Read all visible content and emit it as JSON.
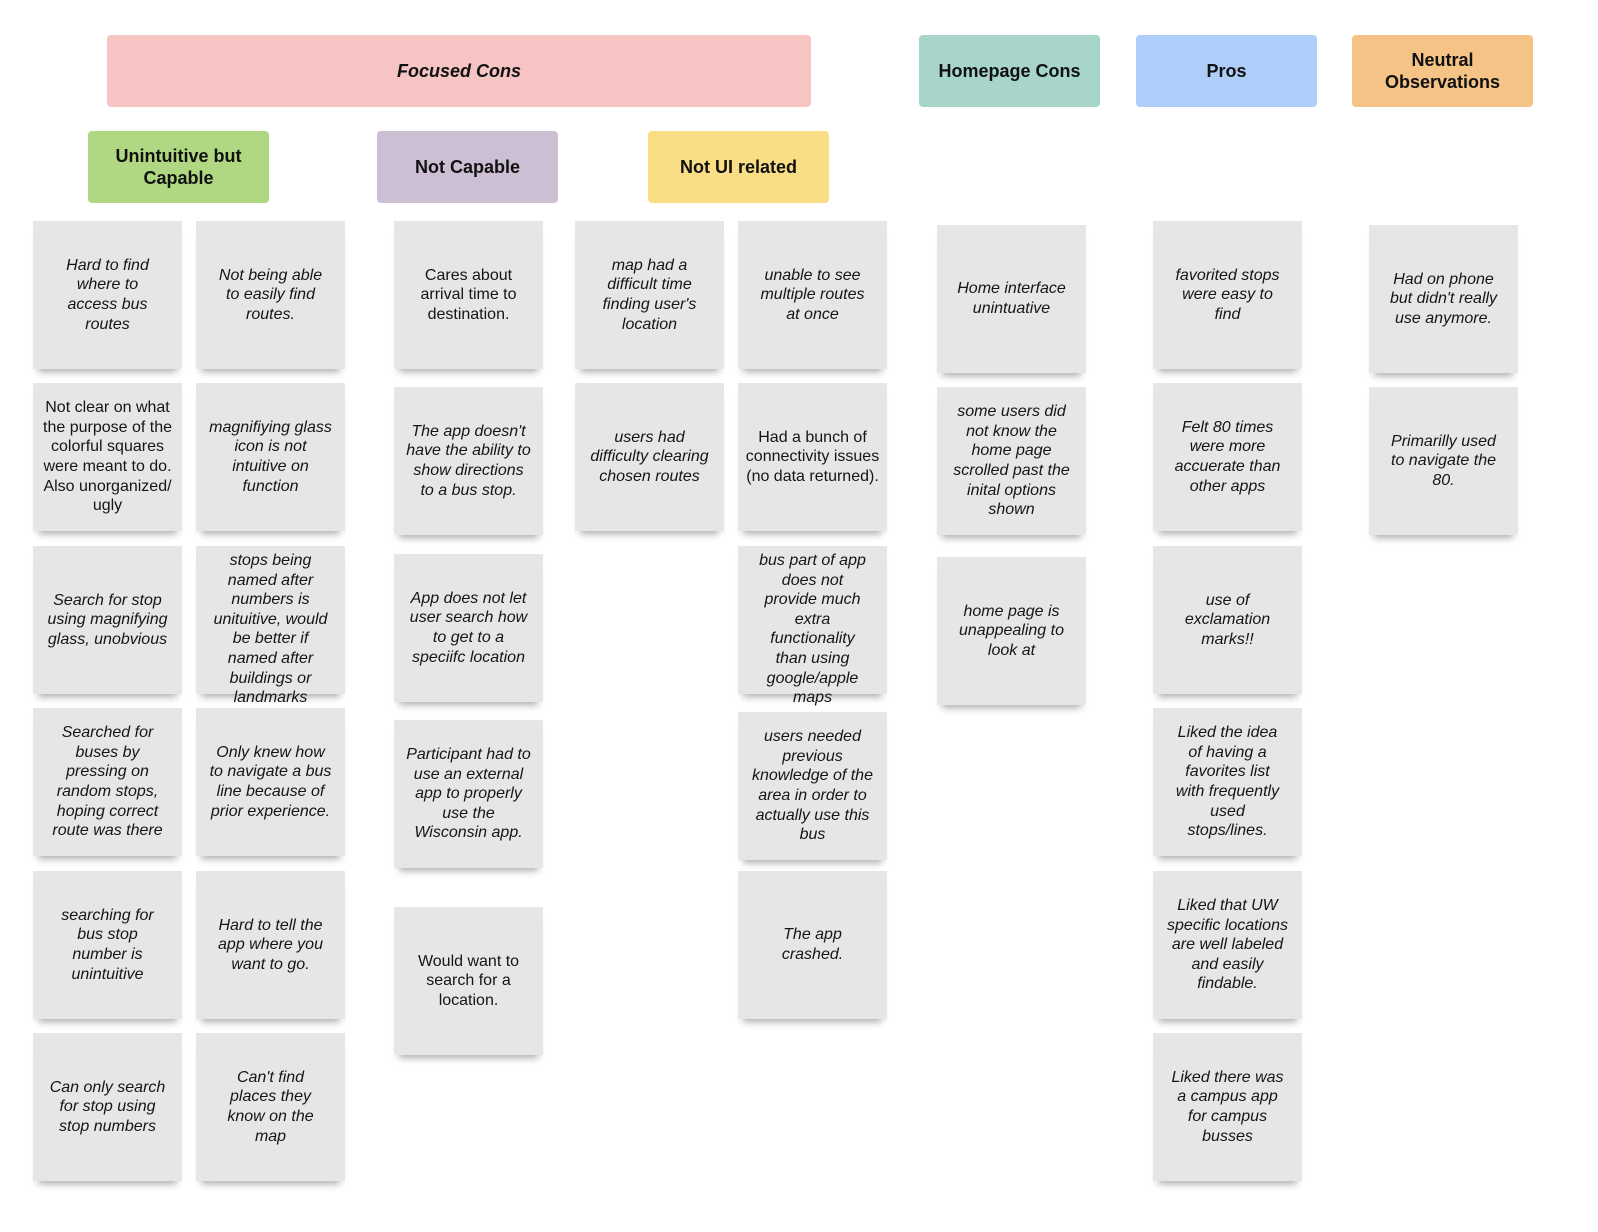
{
  "colors": {
    "focused_cons": "#f5c4c3",
    "homepage_cons": "#a7d5ca",
    "pros": "#aecdf9",
    "neutral": "#f5c385",
    "unintuitive": "#b0d882",
    "not_capable": "#cdbfd3",
    "not_ui": "#f9de85",
    "sticky": "#e6e6e6"
  },
  "headers": {
    "focused_cons": "Focused Cons",
    "homepage_cons": "Homepage Cons",
    "pros": "Pros",
    "neutral": "Neutral Observations"
  },
  "subheaders": {
    "unintuitive": "Unintuitive but Capable",
    "not_capable": "Not Capable",
    "not_ui": "Not UI related"
  },
  "notes": {
    "unintuitive_a": [
      "Hard to find where to access bus routes",
      "Not clear on what the purpose of the colorful squares were meant to do. Also unorganized/ ugly",
      "Search for stop using magnifying glass, unobvious",
      "Searched for buses by pressing on random stops, hoping correct route was there",
      "searching for bus stop number is unintuitive",
      "Can only search for stop using stop numbers"
    ],
    "unintuitive_b": [
      "Not being able to easily find routes.",
      "magnifiying glass icon is not intuitive on function",
      "stops being named after numbers is unituitive, would be better if named after buildings or landmarks",
      "Only knew how to navigate a bus line because of prior experience.",
      "Hard to tell the app where you want to go.",
      "Can't find places they know on the map"
    ],
    "not_capable": [
      "Cares about arrival time to destination.",
      "The app doesn't have the ability to show directions to a bus stop.",
      "App does not let user search how to get to a speciifc location",
      "Participant had to use an external app to properly use the Wisconsin app.",
      "Would want to search for a location."
    ],
    "not_ui_a": [
      "map had a difficult time finding user's location",
      "users had difficulty clearing chosen routes"
    ],
    "not_ui_b": [
      "unable to see multiple routes at once",
      "Had a bunch of connectivity issues (no data returned).",
      "bus part of app does not provide much extra functionality than using google/apple maps",
      "users needed previous knowledge of the area in order to actually use this bus",
      "The app crashed."
    ],
    "homepage": [
      "Home interface unintuative",
      "some users did not know the home page scrolled past the inital options shown",
      "home page is unappealing to look at"
    ],
    "pros": [
      "favorited stops were easy to find",
      "Felt 80 times were more accuerate than other apps",
      "use of exclamation marks!!",
      "Liked the idea of having a favorites list with frequently used stops/lines.",
      "Liked that UW specific locations are well labeled and easily findable.",
      "Liked there was a campus app for campus busses"
    ],
    "neutral": [
      "Had on phone but didn't really use anymore.",
      "Primarilly used to navigate the 80."
    ]
  }
}
